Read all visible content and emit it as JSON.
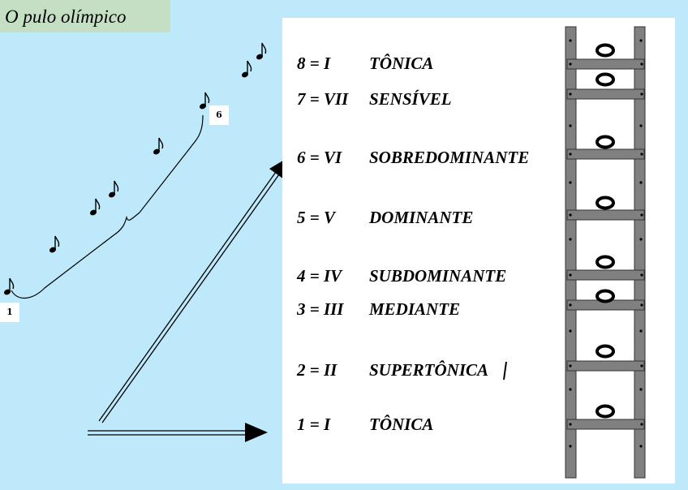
{
  "title": "O pulo olímpico",
  "leap": {
    "start_label": "1",
    "end_label": "6"
  },
  "degrees": [
    {
      "label": "8 = I",
      "name": "TÔNICA"
    },
    {
      "label": "7 = VII",
      "name": "SENSÍVEL"
    },
    {
      "label": "6 = VI",
      "name": "SOBREDOMINANTE"
    },
    {
      "label": "5 = V",
      "name": "DOMINANTE"
    },
    {
      "label": "4 = IV",
      "name": "SUBDOMINANTE"
    },
    {
      "label": "3 = III",
      "name": "MEDIANTE"
    },
    {
      "label": "2 = II",
      "name": "SUPERTÔNICA"
    },
    {
      "label": "1 = I",
      "name": "TÔNICA"
    }
  ],
  "colors": {
    "background": "#bde9fb",
    "title_box": "#c4dfc4",
    "ladder": "#808080"
  },
  "icons": [
    "eighth-note-icon",
    "arrow-icon",
    "ladder-icon",
    "whole-note-icon",
    "curly-brace-icon"
  ]
}
